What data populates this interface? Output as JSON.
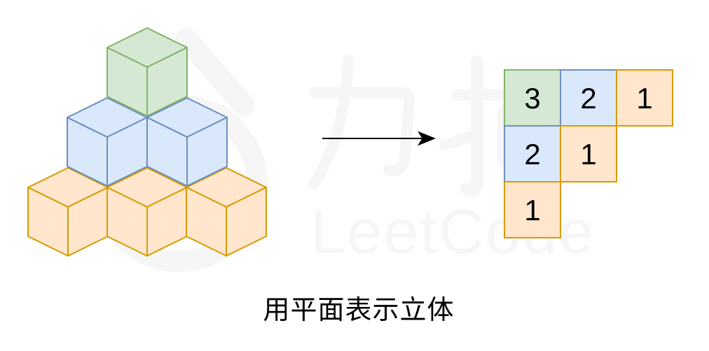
{
  "caption": "用平面表示立体",
  "watermark": {
    "cn": "力扣",
    "en": "LeetCode"
  },
  "cube_figure": {
    "description": "Isometric corner view of stacked unit cubes forming a pyramid",
    "layers": [
      {
        "level": "top",
        "color": "green",
        "visible_cubes": 1
      },
      {
        "level": "middle",
        "color": "blue",
        "visible_cubes": 2
      },
      {
        "level": "bottom",
        "color": "orange",
        "visible_cubes": 3
      }
    ]
  },
  "arrow": {
    "direction": "right"
  },
  "grid": {
    "rows": 3,
    "cols": 3,
    "description": "Top-view height map of the cube stack",
    "cells": [
      {
        "row": 0,
        "col": 0,
        "value": "3",
        "color": "green"
      },
      {
        "row": 0,
        "col": 1,
        "value": "2",
        "color": "blue"
      },
      {
        "row": 0,
        "col": 2,
        "value": "1",
        "color": "orange"
      },
      {
        "row": 1,
        "col": 0,
        "value": "2",
        "color": "blue"
      },
      {
        "row": 1,
        "col": 1,
        "value": "1",
        "color": "orange"
      },
      {
        "row": 2,
        "col": 0,
        "value": "1",
        "color": "orange"
      }
    ]
  },
  "colors": {
    "green_fill": "#d5e8d4",
    "green_stroke": "#82b366",
    "blue_fill": "#dae8fc",
    "blue_stroke": "#6c8ebf",
    "orange_fill": "#ffe6cc",
    "orange_stroke": "#d79b00",
    "arrow": "#000000",
    "number_text": "#000000",
    "caption_text": "#000000",
    "watermark": "#f6f6f6",
    "background": "#ffffff"
  }
}
